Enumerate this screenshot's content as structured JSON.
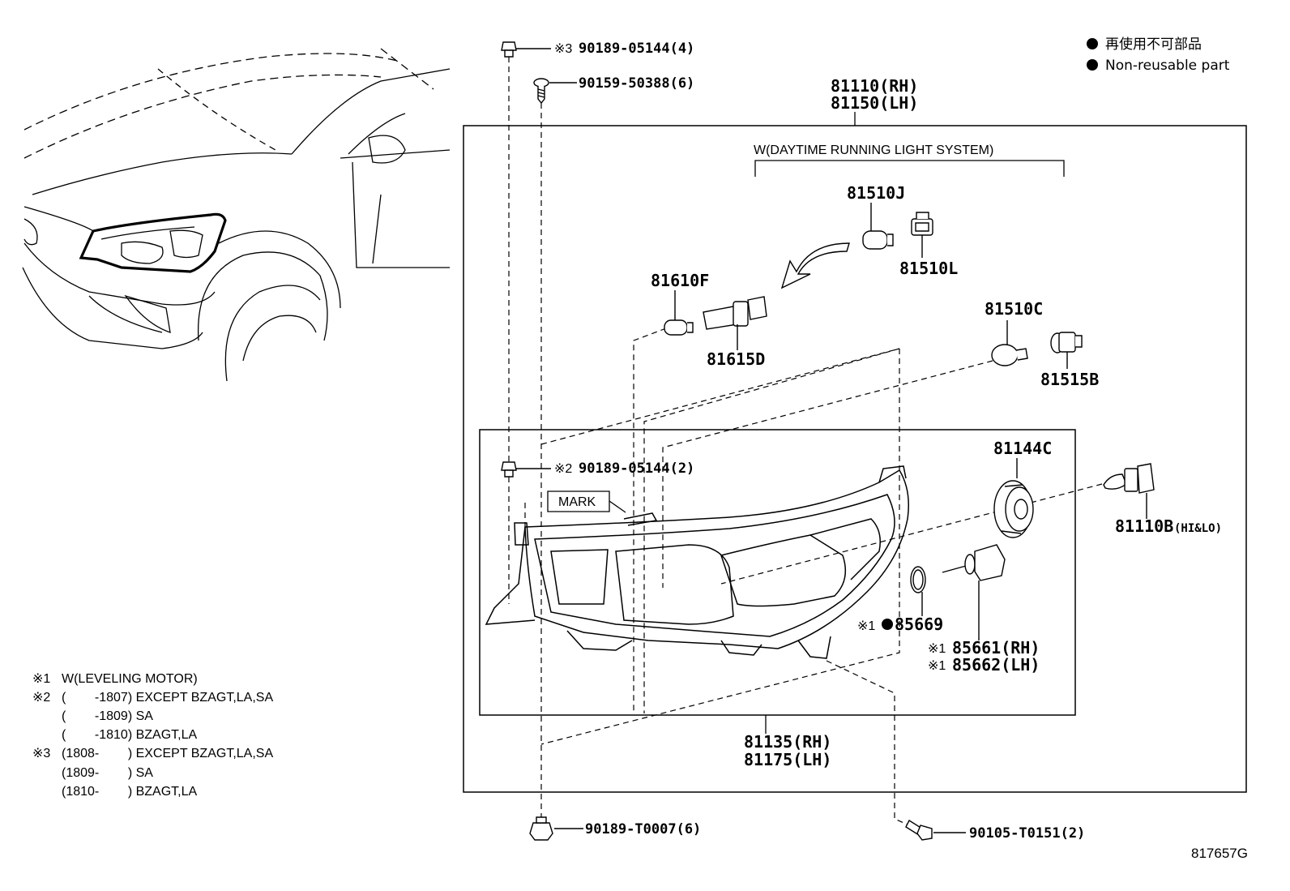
{
  "legend": {
    "line1": "再使用不可部品",
    "line2": "Non-reusable part"
  },
  "assembly": {
    "rh": "81110(RH)",
    "lh": "81150(LH)",
    "drl_group": "W(DAYTIME RUNNING LIGHT SYSTEM)"
  },
  "parts": {
    "screw_top_mark": "※3",
    "screw_top": "90189-05144(4)",
    "screw_second": "90159-50388(6)",
    "p81510J": "81510J",
    "p81510L": "81510L",
    "p81610F": "81610F",
    "p81615D": "81615D",
    "p81510C": "81510C",
    "p81515B": "81515B",
    "p81144C": "81144C",
    "bulb_hilo": "81110B",
    "bulb_hilo_suffix": "(HI&LO)",
    "screw_mid_mark": "※2",
    "screw_mid": "90189-05144(2)",
    "mark_label": "MARK",
    "oring_mark": "※1",
    "oring": "85669",
    "motor_mark_rh": "※1",
    "motor_rh": "85661(RH)",
    "motor_mark_lh": "※1",
    "motor_lh": "85662(LH)",
    "housing_rh": "81135(RH)",
    "housing_lh": "81175(LH)",
    "nut_bottom": "90189-T0007(6)",
    "bolt_bottom": "90105-T0151(2)"
  },
  "notes": [
    {
      "mark": "※1",
      "text": "W(LEVELING MOTOR)"
    },
    {
      "mark": "※2",
      "text": "(        -1807) EXCEPT BZAGT,LA,SA"
    },
    {
      "mark": "",
      "text": "(        -1809) SA"
    },
    {
      "mark": "",
      "text": "(        -1810) BZAGT,LA"
    },
    {
      "mark": "※3",
      "text": "(1808-        ) EXCEPT BZAGT,LA,SA"
    },
    {
      "mark": "",
      "text": "(1809-        ) SA"
    },
    {
      "mark": "",
      "text": "(1810-        ) BZAGT,LA"
    }
  ],
  "diagram_id": "817657G"
}
